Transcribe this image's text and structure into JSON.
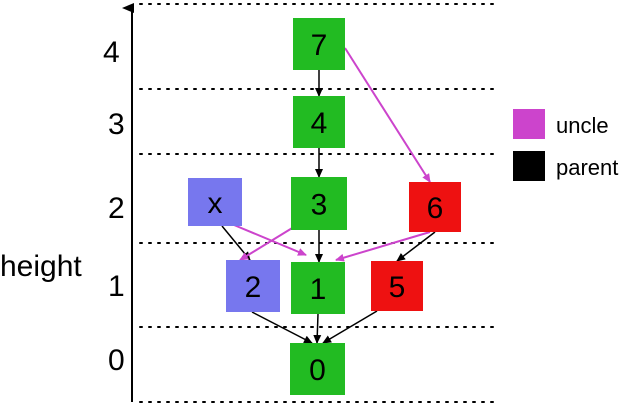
{
  "axis": {
    "title": "height",
    "levels": [
      "0",
      "1",
      "2",
      "3",
      "4"
    ]
  },
  "legend": {
    "items": [
      {
        "label": "uncle",
        "color": "#cc44cc"
      },
      {
        "label": "parent",
        "color": "#000000"
      }
    ]
  },
  "colors": {
    "green": "#22bb22",
    "blue": "#7777ee",
    "red": "#ee1111",
    "uncle_edge": "#cc44cc",
    "parent_edge": "#000000"
  },
  "nodes": [
    {
      "id": "n7",
      "label": "7",
      "color": "green"
    },
    {
      "id": "n4",
      "label": "4",
      "color": "green"
    },
    {
      "id": "nx",
      "label": "x",
      "color": "blue"
    },
    {
      "id": "n3",
      "label": "3",
      "color": "green"
    },
    {
      "id": "n6",
      "label": "6",
      "color": "red"
    },
    {
      "id": "n2",
      "label": "2",
      "color": "blue"
    },
    {
      "id": "n1",
      "label": "1",
      "color": "green"
    },
    {
      "id": "n5",
      "label": "5",
      "color": "red"
    },
    {
      "id": "n0",
      "label": "0",
      "color": "green"
    }
  ],
  "edges": [
    {
      "from": "n7",
      "to": "n4",
      "type": "parent"
    },
    {
      "from": "n4",
      "to": "n3",
      "type": "parent"
    },
    {
      "from": "n3",
      "to": "n1",
      "type": "parent"
    },
    {
      "from": "nx",
      "to": "n2",
      "type": "parent"
    },
    {
      "from": "n6",
      "to": "n5",
      "type": "parent"
    },
    {
      "from": "n2",
      "to": "n0",
      "type": "parent"
    },
    {
      "from": "n1",
      "to": "n0",
      "type": "parent"
    },
    {
      "from": "n5",
      "to": "n0",
      "type": "parent"
    },
    {
      "from": "n7",
      "to": "n6",
      "type": "uncle"
    },
    {
      "from": "n3",
      "to": "n2",
      "type": "uncle"
    },
    {
      "from": "nx",
      "to": "n1",
      "type": "uncle"
    },
    {
      "from": "n6",
      "to": "n1",
      "type": "uncle"
    }
  ]
}
